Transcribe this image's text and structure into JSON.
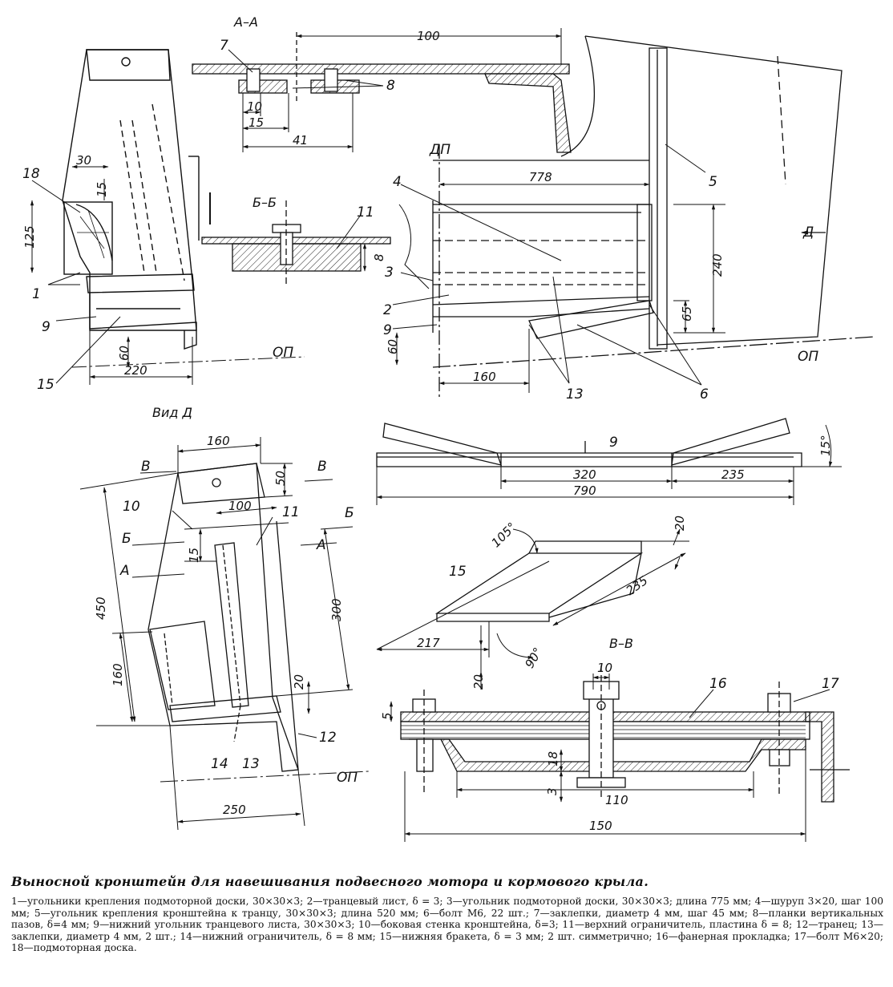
{
  "labels": {
    "section_aa": "А–А",
    "section_bb": "Б–Б",
    "section_vv": "В–В",
    "view_d": "Вид Д",
    "dp": "ДП",
    "op": "ОП",
    "arrow_d": "Д",
    "cut_a": "А",
    "cut_b": "Б",
    "cut_v": "В"
  },
  "dimensions": {
    "d100_top": "100",
    "d10": "10",
    "d15_aa": "15",
    "d41": "41",
    "d30": "30",
    "d15_left": "15",
    "d125": "125",
    "d60_left": "60",
    "d220": "220",
    "d8": "8",
    "d778": "778",
    "d240": "240",
    "d65": "65",
    "d60_mid": "60",
    "d160_mid": "160",
    "d160_view": "160",
    "d50": "50",
    "d100_view": "100",
    "d15_view": "15",
    "d450": "450",
    "d300": "300",
    "d160_view_left": "160",
    "d20_view": "20",
    "d250": "250",
    "d320": "320",
    "d790": "790",
    "d235_bot": "235",
    "d15deg": "15°",
    "d105deg": "105°",
    "d20_br": "20",
    "d235_br": "235",
    "d217": "217",
    "d90deg": "90°",
    "d20_br2": "20",
    "d10_vv": "10",
    "d5": "5",
    "d18": "18",
    "d3": "3",
    "d110": "110",
    "d150": "150"
  },
  "part_numbers": {
    "p1": "1",
    "p2": "2",
    "p3": "3",
    "p4": "4",
    "p5": "5",
    "p6": "6",
    "p7": "7",
    "p8": "8",
    "p9_left": "9",
    "p9_mid": "9",
    "p9_bot": "9",
    "p10": "10",
    "p11_bb": "11",
    "p11_view": "11",
    "p12": "12",
    "p13_mid": "13",
    "p13_view": "13",
    "p14": "14",
    "p15_left": "15",
    "p15_br": "15",
    "p16": "16",
    "p17": "17",
    "p18": "18"
  },
  "caption": {
    "title": "Выносной кронштейн для навешивания подвесного мотора и кормового крыла.",
    "legend": "1—угольники крепления подмоторной доски, 30×30×3; 2—транцевый лист, δ = 3; 3—угольник подмоторной доски, 30×30×3; длина 775 мм; 4—шуруп 3×20, шаг 100 мм; 5—угольник крепления кронштейна к транцу, 30×30×3; длина 520 мм; 6—болт М6, 22 шт.; 7—заклепки, диаметр 4 мм, шаг 45 мм; 8—планки вертикальных пазов, δ=4 мм; 9—нижний угольник транцевого листа, 30×30×3; 10—боковая стенка кронштейна, δ=3; 11—верхний ограничитель, пластина δ = 8; 12—транец; 13—заклепки, диаметр 4 мм, 2 шт.; 14—нижний ограничитель, δ = 8 мм; 15—нижняя бракета, δ = 3 мм; 2 шт. симметрично; 16—фанерная прокладка; 17—болт М6×20; 18—подмоторная доска."
  }
}
